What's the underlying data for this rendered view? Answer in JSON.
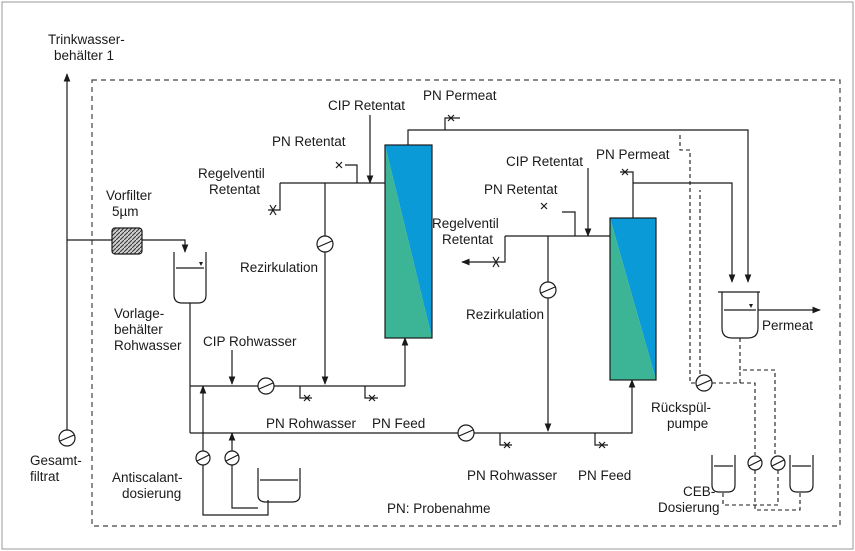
{
  "labels": {
    "trinkwasser_line1": "Trinkwasser-",
    "trinkwasser_line2": "behälter 1",
    "vorfilter_line1": "Vorfilter",
    "vorfilter_line2": "5µm",
    "vorlage_line1": "Vorlage-",
    "vorlage_line2": "behälter",
    "vorlage_line3": "Rohwasser",
    "gesamt_line1": "Gesamt-",
    "gesamt_line2": "filtrat",
    "antiscalant_line1": "Antiscalant-",
    "antiscalant_line2": "dosierung",
    "cip_rohwasser": "CIP Rohwasser",
    "pn_rohwasser_1": "PN Rohwasser",
    "pn_feed_1": "PN Feed",
    "pn_rohwasser_2": "PN Rohwasser",
    "pn_feed_2": "PN Feed",
    "pn_retentat_1": "PN Retentat",
    "pn_retentat_2": "PN Retentat",
    "cip_retentat_1": "CIP Retentat",
    "cip_retentat_2": "CIP Retentat",
    "pn_permeat_1": "PN Permeat",
    "pn_permeat_2": "PN Permeat",
    "regelventil_1_line1": "Regelventil",
    "regelventil_1_line2": "Retentat",
    "regelventil_2_line1": "Regelventil",
    "regelventil_2_line2": "Retentat",
    "rezirkulation_1": "Rezirkulation",
    "rezirkulation_2": "Rezirkulation",
    "permeat": "Permeat",
    "rueckspuel_line1": "Rückspül-",
    "rueckspuel_line2": "pumpe",
    "ceb_line1": "CEB-",
    "ceb_line2": "Dosierung",
    "legend": "PN: Probenahme"
  },
  "colors": {
    "membrane_blue": "#0a9ad8",
    "membrane_green": "#3cb496",
    "line": "#1a1a1a"
  }
}
